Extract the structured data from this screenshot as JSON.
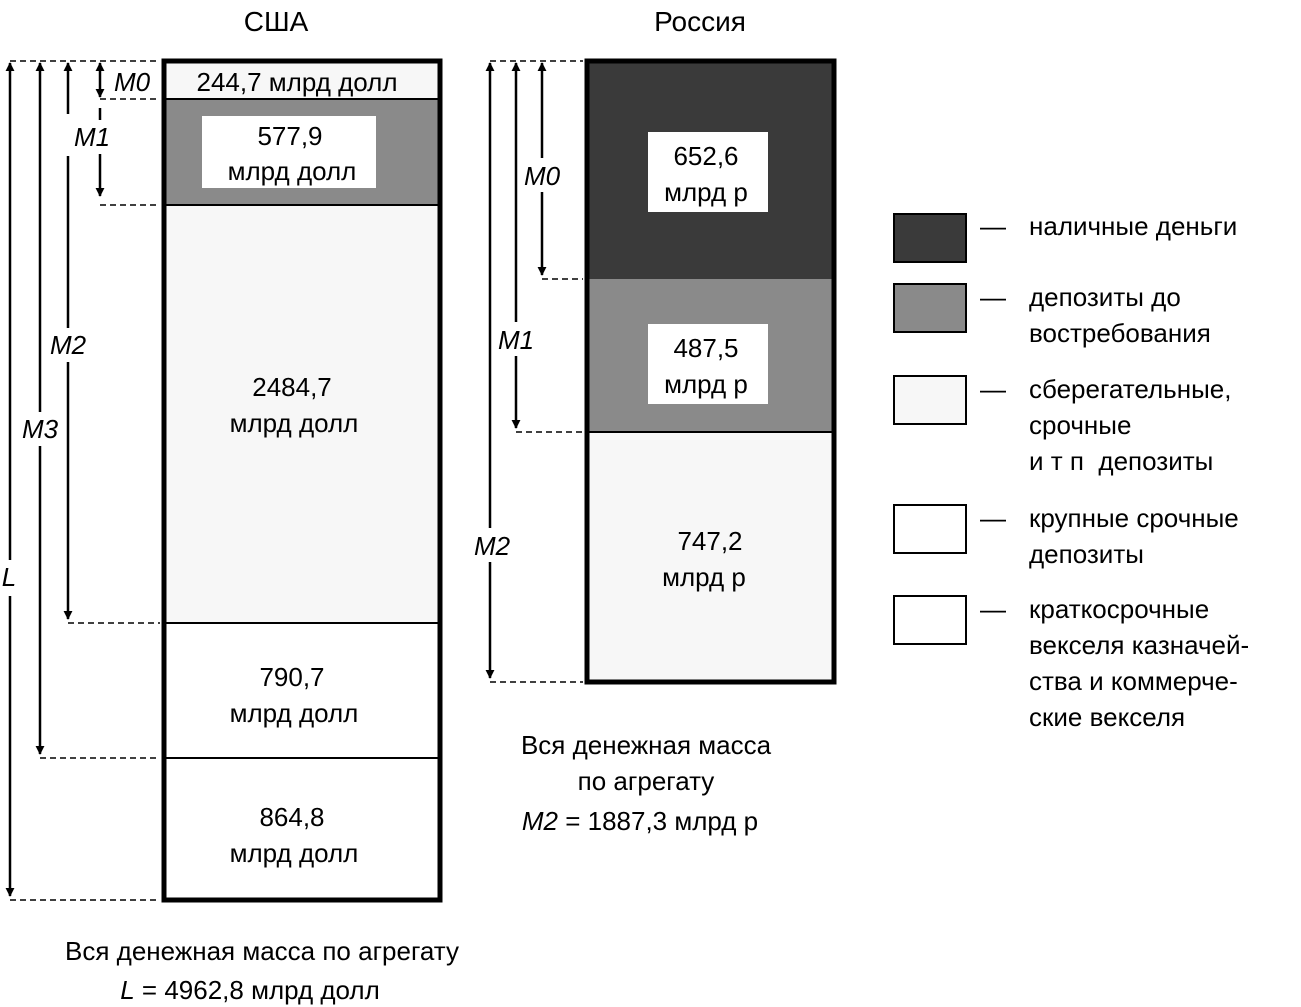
{
  "usa": {
    "title": "США",
    "blocks": [
      {
        "value": "244,7 млрд долл",
        "unit": ""
      },
      {
        "value": "577,9",
        "unit": "млрд  долл"
      },
      {
        "value": "2484,7",
        "unit": "млрд  долл"
      },
      {
        "value": "790,7",
        "unit": "млрд  долл"
      },
      {
        "value": "864,8",
        "unit": "млрд  долл"
      }
    ],
    "arrows": [
      "M0",
      "M1",
      "M2",
      "M3",
      "L"
    ],
    "caption_line1": "Вся денежная масса по агрегату",
    "caption_var": "L",
    "caption_rest": " = 4962,8 млрд долл"
  },
  "russia": {
    "title": "Россия",
    "blocks": [
      {
        "value": "652,6",
        "unit": "млрд р"
      },
      {
        "value": "487,5",
        "unit": "млрд р"
      },
      {
        "value": "747,2",
        "unit": "млрд р"
      }
    ],
    "arrows": [
      "M0",
      "M1",
      "M2"
    ],
    "caption_line1": "Вся денежная масса",
    "caption_line2": "по агрегату",
    "caption_var": "M2",
    "caption_rest": " = 1887,3 млрд р"
  },
  "legend": [
    {
      "lines": [
        "наличные деньги"
      ],
      "fill": "#3a3a3a"
    },
    {
      "lines": [
        "депозиты до",
        "востребования"
      ],
      "fill": "#8a8a8a"
    },
    {
      "lines": [
        "сберегательные,",
        "срочные",
        "и т п  депозиты"
      ],
      "fill": "#f7f7f7"
    },
    {
      "lines": [
        "крупные срочные",
        "депозиты"
      ],
      "fill": "#ffffff"
    },
    {
      "lines": [
        "краткосрочные",
        "векселя казначей-",
        "ства и коммерче-",
        "ские векселя"
      ],
      "fill": "#ffffff"
    }
  ],
  "legend_dash": "—",
  "colors": {
    "cash": "#3a3a3a",
    "demand": "#8a8a8a",
    "savings": "#f7f7f7",
    "white": "#ffffff",
    "line": "#000000"
  }
}
